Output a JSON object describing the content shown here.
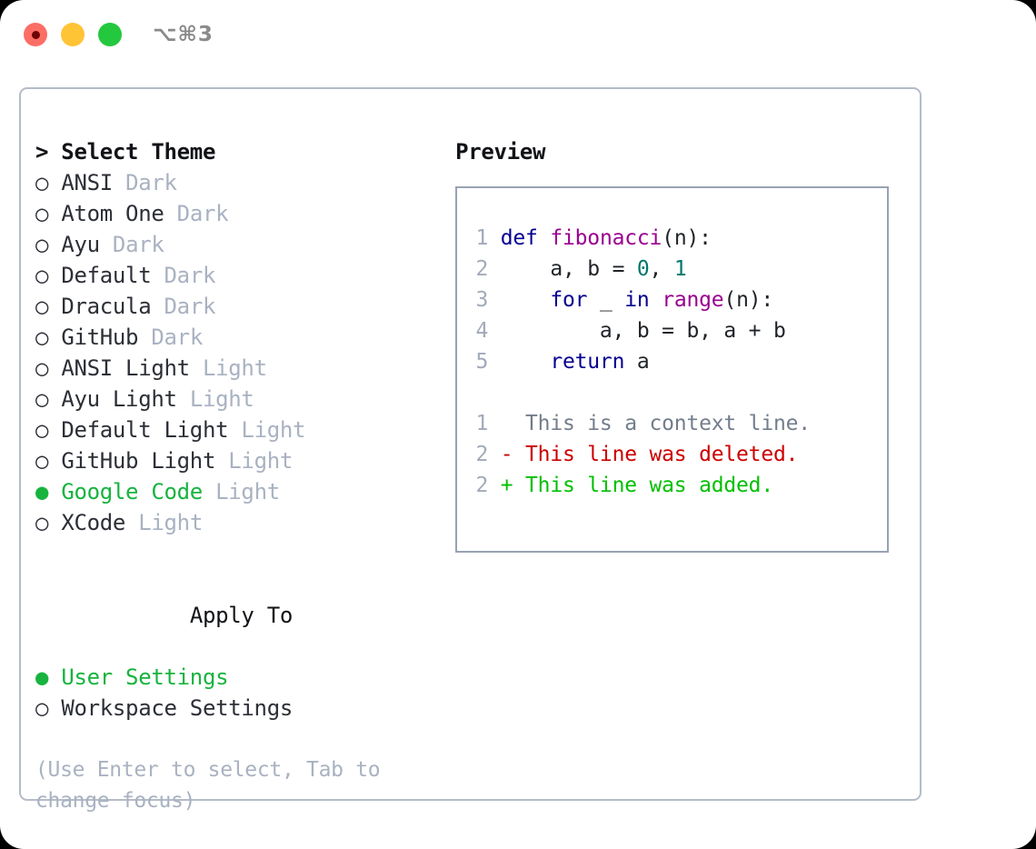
{
  "window": {
    "traffic_lights": [
      {
        "name": "close",
        "color": "#fc6d66"
      },
      {
        "name": "minimize",
        "color": "#ffc336"
      },
      {
        "name": "zoom",
        "color": "#23c83e"
      }
    ],
    "shortcut": "⌥⌘3"
  },
  "theme_picker": {
    "header": "> Select Theme",
    "bullet_unselected": "○",
    "bullet_selected": "●",
    "options": [
      {
        "bullet": "○",
        "label": "ANSI",
        "suffix": "Dark",
        "selected": false
      },
      {
        "bullet": "○",
        "label": "Atom One",
        "suffix": "Dark",
        "selected": false
      },
      {
        "bullet": "○",
        "label": "Ayu",
        "suffix": "Dark",
        "selected": false
      },
      {
        "bullet": "○",
        "label": "Default",
        "suffix": "Dark",
        "selected": false
      },
      {
        "bullet": "○",
        "label": "Dracula",
        "suffix": "Dark",
        "selected": false
      },
      {
        "bullet": "○",
        "label": "GitHub",
        "suffix": "Dark",
        "selected": false
      },
      {
        "bullet": "○",
        "label": "ANSI Light",
        "suffix": "Light",
        "selected": false
      },
      {
        "bullet": "○",
        "label": "Ayu Light",
        "suffix": "Light",
        "selected": false
      },
      {
        "bullet": "○",
        "label": "Default Light",
        "suffix": "Light",
        "selected": false
      },
      {
        "bullet": "○",
        "label": "GitHub Light",
        "suffix": "Light",
        "selected": false
      },
      {
        "bullet": "●",
        "label": "Google Code",
        "suffix": "Light",
        "selected": true
      },
      {
        "bullet": "○",
        "label": "XCode",
        "suffix": "Light",
        "selected": false
      }
    ]
  },
  "apply_to": {
    "header": "Apply To",
    "options": [
      {
        "bullet": "●",
        "label": "User Settings",
        "selected": true
      },
      {
        "bullet": "○",
        "label": "Workspace Settings",
        "selected": false
      }
    ]
  },
  "hint": "(Use Enter to select, Tab to change focus)",
  "preview": {
    "title": "Preview",
    "code_lines": [
      {
        "num": "1",
        "tokens": [
          {
            "t": " ",
            "c": "p"
          },
          {
            "t": "def",
            "c": "k"
          },
          {
            "t": " ",
            "c": "p"
          },
          {
            "t": "fibonacci",
            "c": "fn"
          },
          {
            "t": "(n):",
            "c": "p"
          }
        ]
      },
      {
        "num": "2",
        "tokens": [
          {
            "t": "     a, b = ",
            "c": "p"
          },
          {
            "t": "0",
            "c": "num"
          },
          {
            "t": ", ",
            "c": "p"
          },
          {
            "t": "1",
            "c": "num"
          }
        ]
      },
      {
        "num": "3",
        "tokens": [
          {
            "t": "     ",
            "c": "p"
          },
          {
            "t": "for",
            "c": "k"
          },
          {
            "t": " _ ",
            "c": "p"
          },
          {
            "t": "in",
            "c": "k"
          },
          {
            "t": " ",
            "c": "p"
          },
          {
            "t": "range",
            "c": "fn"
          },
          {
            "t": "(n):",
            "c": "p"
          }
        ]
      },
      {
        "num": "4",
        "tokens": [
          {
            "t": "         a, b = b, a + b",
            "c": "p"
          }
        ]
      },
      {
        "num": "5",
        "tokens": [
          {
            "t": "     ",
            "c": "p"
          },
          {
            "t": "return",
            "c": "k"
          },
          {
            "t": " a",
            "c": "p"
          }
        ]
      }
    ],
    "diff_lines": [
      {
        "num": "1",
        "tokens": [
          {
            "t": "   This is a context line.",
            "c": "ctx"
          }
        ]
      },
      {
        "num": "2",
        "tokens": [
          {
            "t": " - This line was deleted.",
            "c": "del"
          }
        ]
      },
      {
        "num": "2",
        "tokens": [
          {
            "t": " + This line was added.",
            "c": "add"
          }
        ]
      }
    ]
  },
  "colors": {
    "keyword": "#05008f",
    "function": "#99008f",
    "number": "#01766d",
    "diff_context": "#737d8c",
    "diff_deleted": "#cc0000",
    "diff_added": "#00c000",
    "line_number": "#a2aab9",
    "selected_green": "#17b33e",
    "muted": "#a9b2c1",
    "border": "#98a2b3"
  }
}
